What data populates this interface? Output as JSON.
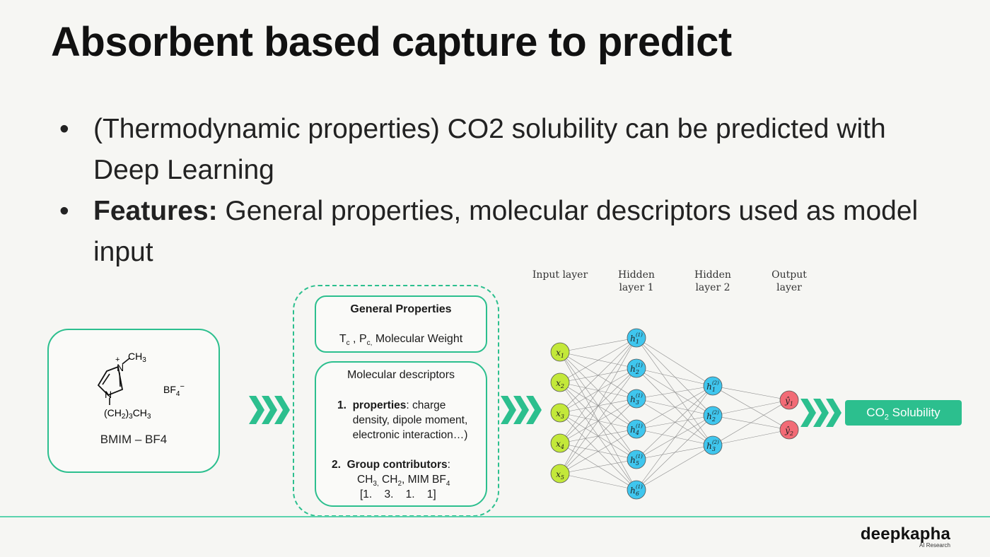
{
  "slide": {
    "title": "Absorbent based capture to predict",
    "bullets": [
      {
        "bold": "",
        "text": "(Thermodynamic properties) CO2 solubility can be predicted with Deep Learning"
      },
      {
        "bold": "Features:",
        "text": " General properties, molecular descriptors used as model input"
      }
    ]
  },
  "molecule": {
    "ch3": "CH3",
    "n_plus": "N",
    "plus": "+",
    "n": "N",
    "chain": "(CH2)3CH3",
    "anion": "BF4",
    "anion_charge": "−",
    "label": "BMIM – BF4"
  },
  "features": {
    "general": {
      "title": "General Properties",
      "text": "Tc , Pc, Molecular Weight"
    },
    "descriptors": {
      "title": "Molecular descriptors",
      "item1_num": "1.",
      "item1_bold": "properties",
      "item1_text": ": charge density, dipole moment, electronic interaction…)",
      "item2_num": "2.",
      "item2_bold": "Group contributors",
      "item2_text": ":",
      "groups": "CH3, CH2, MIM BF4",
      "counts": "[1.    3.    1.    1]"
    }
  },
  "network": {
    "layer_labels": [
      "Input layer",
      "Hidden layer 1",
      "Hidden layer 2",
      "Output layer"
    ],
    "input_nodes": [
      "x1",
      "x2",
      "x3",
      "x4",
      "x5"
    ],
    "hidden1_nodes": [
      "h1(1)",
      "h2(1)",
      "h3(1)",
      "h4(1)",
      "h5(1)",
      "h6(1)"
    ],
    "hidden2_nodes": [
      "h1(2)",
      "h2(2)",
      "h3(2)"
    ],
    "output_nodes": [
      "ŷ1",
      "ŷ2"
    ],
    "colors": {
      "input": "#c3e83a",
      "hidden": "#3fc6ee",
      "output": "#f26b76"
    }
  },
  "result": {
    "label": "CO2 Solubility"
  },
  "colors": {
    "accent": "#2cbf8e"
  },
  "footer": {
    "brand": "deepkapha",
    "tagline": "AI Research"
  }
}
